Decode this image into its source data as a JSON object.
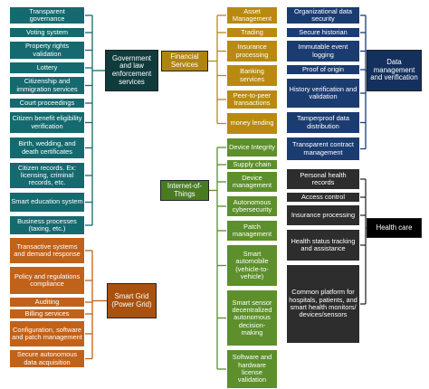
{
  "colors": {
    "government": "#156a6f",
    "financial": "#b88a12",
    "iot": "#5d8f2c",
    "data_management": "#1b3c70",
    "health": "#2d2d2d",
    "smart_grid": "#c1621a"
  },
  "government": {
    "hub": "Government and law enforcement services",
    "items": [
      "Transparent governance",
      "Voting system",
      "Property rights validation",
      "Lottery",
      "Citizenship and immigration services",
      "Court proceedings",
      "Citizen benefit eligibility verification",
      "Birth, wedding, and death certificates",
      "Citizen records. Ex: licensing, criminal records, etc.",
      "Smart education system",
      "Business processes (taxing, etc.)"
    ]
  },
  "smart_grid": {
    "hub": "Smart Grid (Power Grid)",
    "items": [
      "Transactive systems and demand response",
      "Policy and regulations compliance",
      "Auditing",
      "Billing services",
      "Configuration, software and patch management",
      "Secure autonomous data acquisition"
    ]
  },
  "financial": {
    "hub": "Financial Services",
    "items": [
      "Asset Management",
      "Trading",
      "Insurance processing",
      "Banking services",
      "Peer-to-peer transactions",
      "money lending"
    ]
  },
  "iot": {
    "hub": "Internet-of-Things",
    "items": [
      "Device Integrity",
      "Supply chain",
      "Device management",
      "Autonomous cybersecurity",
      "Patch management",
      "Smart automobile (vehicle-to-vehicle)",
      "Smart sensor decentralized autonomous decision-making",
      "Software and hardware license validation"
    ]
  },
  "data_management": {
    "hub": "Data management and verification",
    "items": [
      "Organizational data security",
      "Secure historian",
      "Immutable event logging",
      "Proof of origin",
      "History verification and validation",
      "Tamperproof data distribution",
      "Transparent contract management"
    ]
  },
  "health": {
    "hub": "Health care",
    "items": [
      "Personal health records",
      "Access control",
      "Insurance processing",
      "Health status tracking and assistance",
      "Common platform for hospitals, patients, and smart health monitors/ devices/sensors"
    ]
  }
}
